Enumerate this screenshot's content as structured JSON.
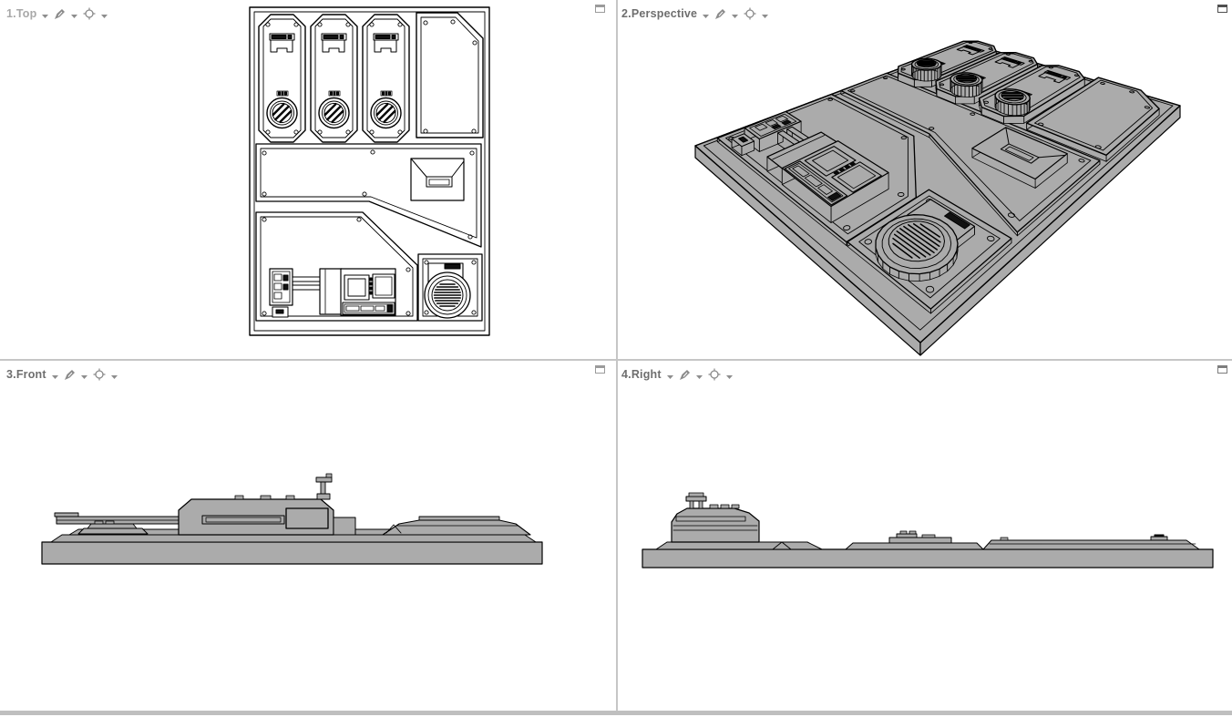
{
  "colors": {
    "viewport_bg": "#ffffff",
    "divider": "#c6c6c6",
    "bottom_scrollbar": "#bfbfbf",
    "model_fill": "#ababab",
    "model_line": "#000000",
    "top_view_fill": "#ffffff",
    "icon_gray": "#8a8a8a",
    "caret_gray": "#8d8d8d"
  },
  "viewports": [
    {
      "id": "top",
      "label": "1.Top",
      "label_color": "#a8a8a8",
      "max_button_color": "#9b9b9b"
    },
    {
      "id": "perspective",
      "label": "2.Perspective",
      "label_color": "#6e6e6e",
      "max_button_color": "#4f4f4f"
    },
    {
      "id": "front",
      "label": "3.Front",
      "label_color": "#6e6e6e",
      "max_button_color": "#9b9b9b"
    },
    {
      "id": "right",
      "label": "4.Right",
      "label_color": "#6e6e6e",
      "max_button_color": "#7d7d7d"
    }
  ],
  "icons": {
    "viewport_dropdown": "chevron-down-icon",
    "display_mode": "pen-icon",
    "camera_target": "camera-target-icon",
    "maximize": "maximize-viewport-icon"
  }
}
